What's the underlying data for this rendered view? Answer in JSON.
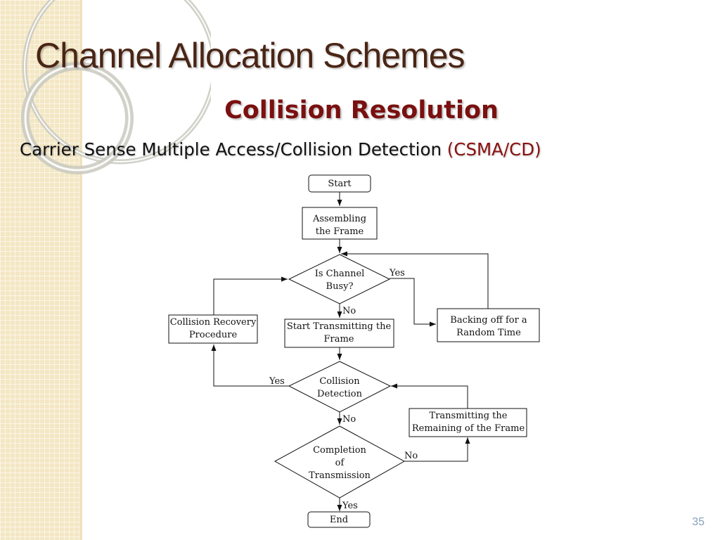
{
  "slide": {
    "title": "Channel Allocation Schemes",
    "subtitle": "Collision Resolution",
    "heading_main": "Carrier Sense Multiple Access/Collision Detection",
    "heading_abbr": "(CSMA/CD)",
    "page_number": "35"
  },
  "flowchart": {
    "start": "Start",
    "assemble": [
      "Assembling",
      "the Frame"
    ],
    "channel_busy": [
      "Is Channel",
      "Busy?"
    ],
    "backoff": [
      "Backing off for a",
      "Random Time"
    ],
    "start_transmit": [
      "Start Transmitting the",
      "Frame"
    ],
    "collision_recovery": [
      "Collision Recovery",
      "Procedure"
    ],
    "collision_detection": [
      "Collision",
      "Detection"
    ],
    "transmit_remaining": [
      "Transmitting the",
      "Remaining of the Frame"
    ],
    "completion": [
      "Completion",
      "of",
      "Transmission"
    ],
    "end": "End",
    "labels": {
      "busy_yes": "Yes",
      "busy_no": "No",
      "collision_yes": "Yes",
      "collision_no": "No",
      "completion_no": "No",
      "completion_yes": "Yes"
    }
  }
}
